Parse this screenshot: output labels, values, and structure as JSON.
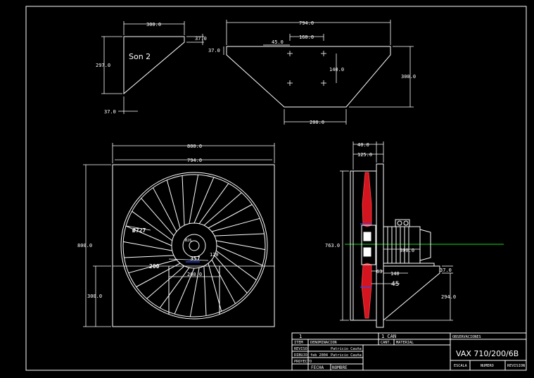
{
  "top_left_view": {
    "label": "Son 2",
    "dim_width": "300.0",
    "dim_top_right": "37.0",
    "dim_height": "297.0",
    "dim_bottom_left": "37.0"
  },
  "top_right_view": {
    "dim_overall": "794.0",
    "dim_spacing": "160.0",
    "dim_offset": "45.0",
    "dim_left_edge": "37.0",
    "dim_vertical_spacing": "140.0",
    "dim_height": "300.0",
    "dim_bottom": "200.0"
  },
  "front_view": {
    "dim_outer": "800.0",
    "dim_inner": "794.0",
    "dim_height": "800.0",
    "dim_lower": "300.0",
    "dim_hub": "200.0",
    "dim_diameter_1": "Ø727",
    "dim_angle_1": "357",
    "dim_angle_2": "200",
    "dim_angle_3": "120",
    "dim_hole": "Ø26"
  },
  "side_view": {
    "dim_top": "40.0",
    "dim_second": "125.0",
    "dim_height": "763.0",
    "dim_motor": "300.0",
    "dim_63": "63",
    "dim_140": "140",
    "dim_45": "45",
    "dim_37": "37.0",
    "dim_294": "294.0"
  },
  "title_block": {
    "qty_header": "1",
    "item_header": "ITEM",
    "designation_header": "DENOMINACION",
    "quantity_header": "1 CAN",
    "quantity_col": "CANT.",
    "material_header": "MATERIAL",
    "observations_header": "OBSERVACIONES",
    "reviewed_label": "REVISO",
    "reviewed_name": "Patricio Cauña",
    "drawn_label": "DIBUJO",
    "drawn_date": "feb 2004",
    "drawn_name": "Patricio Cauña",
    "project_label": "PROYECTO",
    "date_label": "FECHA",
    "name_label": "NOMBRE",
    "drawing_title": "VAX 710/200/6B",
    "scale_label": "ESCALA",
    "number_label": "NUMERO",
    "revision_label": "REVISION"
  }
}
